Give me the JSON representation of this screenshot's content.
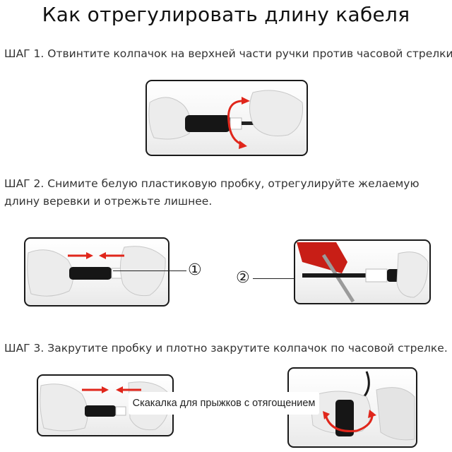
{
  "title": "Как отрегулировать длину кабеля",
  "steps": [
    "ШАГ 1. Отвинтите колпачок на верхней части ручки против часовой стрелки.",
    "ШАГ 2. Снимите белую пластиковую пробку, отрегулируйте желаемую",
    "длину веревки и отрежьте лишнее.",
    "ШАГ 3. Закрутите пробку и плотно закрутите колпачок по часовой стрелке."
  ],
  "callouts": {
    "one": "①",
    "two": "②"
  },
  "caption": "Скакалка для прыжков с отягощением",
  "colors": {
    "arrow": "#e0261b",
    "frame": "#1a1a1a",
    "handle": "#161616",
    "glove": "#ececec"
  }
}
